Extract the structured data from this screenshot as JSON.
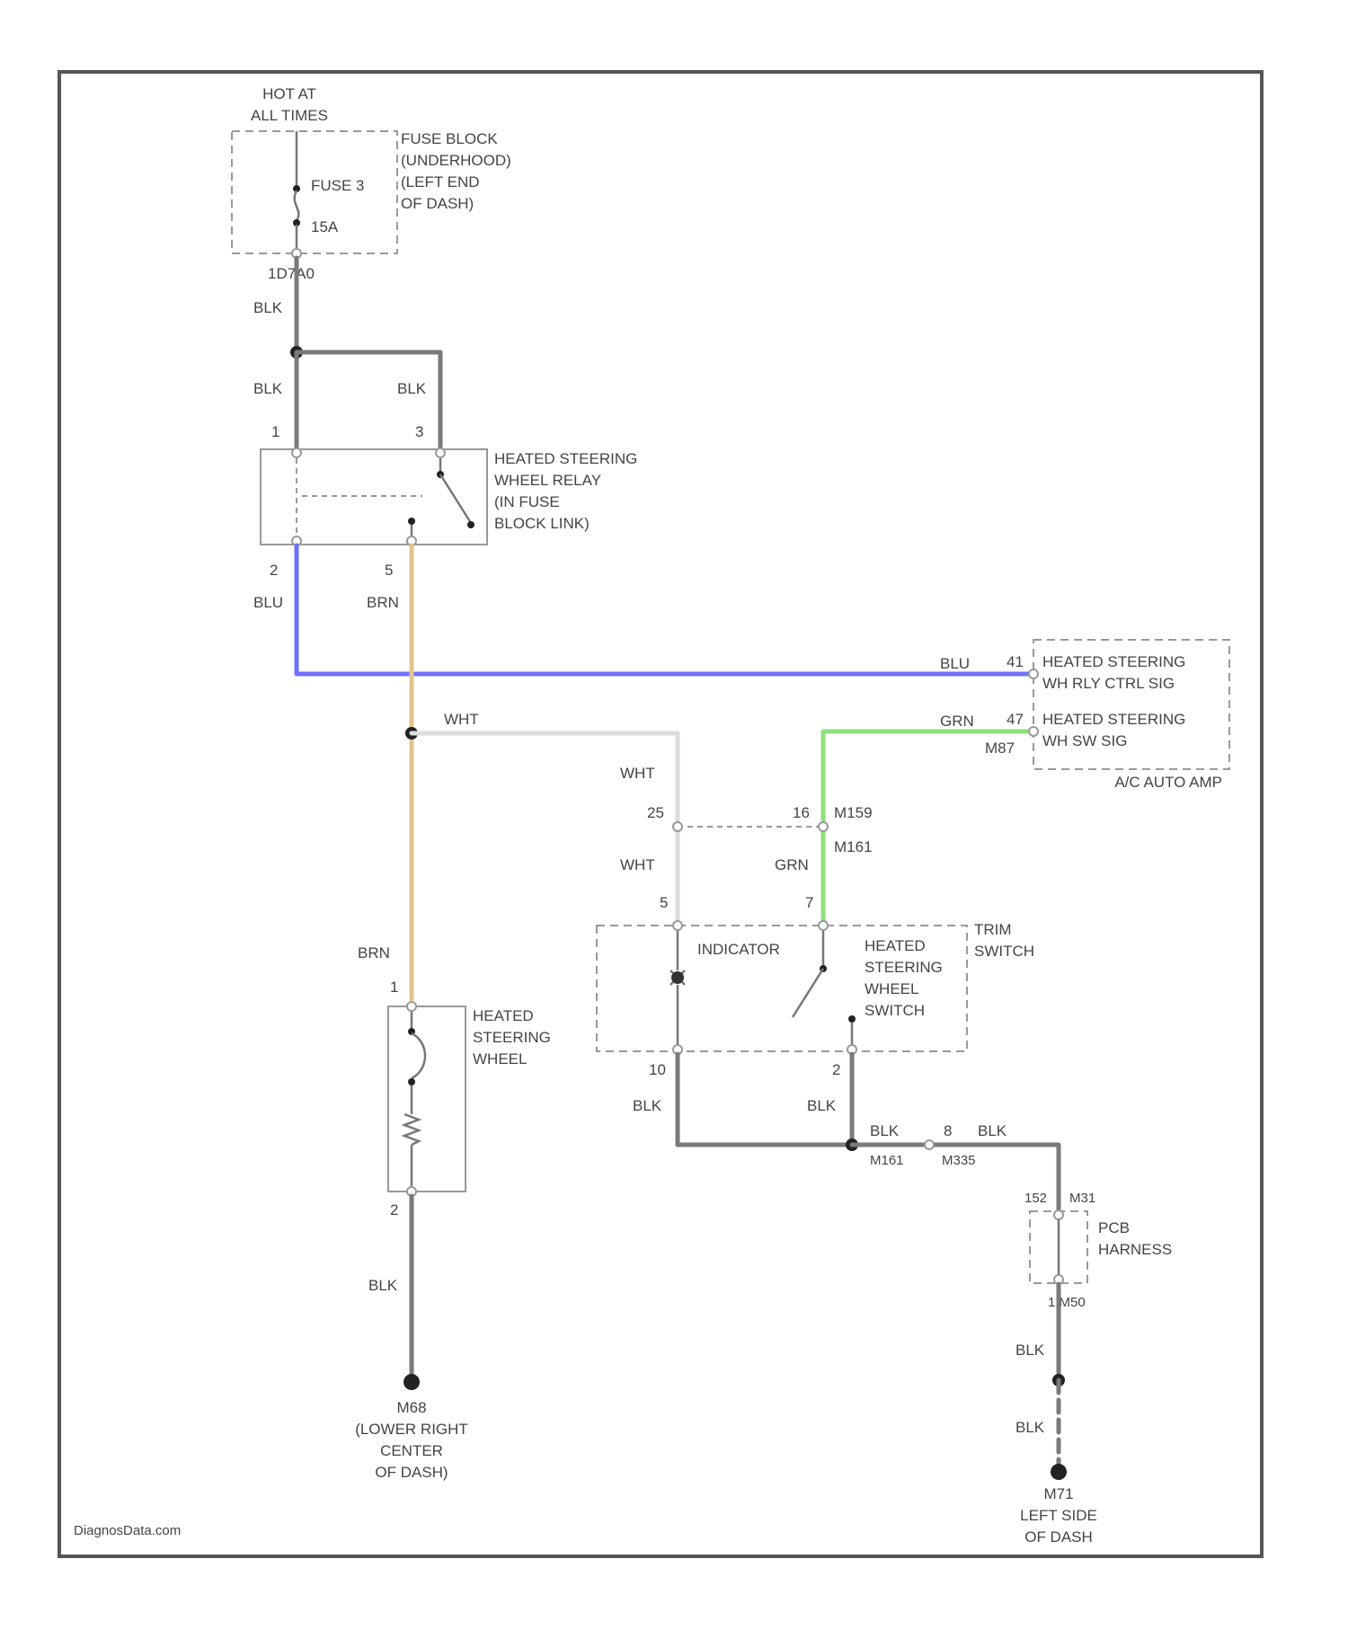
{
  "colors": {
    "frame": "#555555",
    "wire_blk": "#7a7a7a",
    "wire_blu": "#7070ff",
    "wire_brn": "#e0c48c",
    "wire_wht": "#dcdcdc",
    "wire_grn": "#8ee07a"
  },
  "power": {
    "hot_line1": "HOT AT",
    "hot_line2": "ALL TIMES"
  },
  "fuse_block": {
    "line1": "FUSE BLOCK",
    "line2": "(UNDERHOOD)",
    "line3": "(LEFT END",
    "line4": "OF DASH)",
    "fuse_name": "FUSE 3",
    "fuse_rating": "15A",
    "connector": "1D7A0"
  },
  "relay": {
    "line1": "HEATED STEERING",
    "line2": "WHEEL RELAY",
    "line3": "(IN FUSE",
    "line4": "BLOCK LINK)",
    "pin1": "1",
    "pin2": "2",
    "pin3": "3",
    "pin5": "5"
  },
  "wire_labels": {
    "blk_feed": "BLK",
    "blk_left": "BLK",
    "blk_right": "BLK",
    "blu_relay": "BLU",
    "brn_relay": "BRN",
    "wht_splice": "WHT",
    "wht_upper": "WHT",
    "wht_lower": "WHT",
    "blu_ctrl": "BLU",
    "grn_ctrl": "GRN",
    "grn_lower": "GRN",
    "brn_lower": "BRN",
    "blk_wheel_ground": "BLK",
    "blk_ind": "BLK",
    "blk_sw": "BLK",
    "blk_joint_left": "BLK",
    "blk_joint_right": "BLK",
    "blk_pcb_below": "BLK",
    "blk_final": "BLK"
  },
  "ac_module": {
    "label1a": "HEATED STEERING",
    "label1b": "WH RLY CTRL SIG",
    "label2a": "HEATED STEERING",
    "label2b": "WH SW SIG",
    "caption": "A/C AUTO AMP",
    "pin41": "41",
    "pin47": "47",
    "conn_m87": "M87"
  },
  "connector_mid": {
    "pin25": "25",
    "pin16": "16",
    "code_a": "M159",
    "code_b": "M161"
  },
  "trim_switch": {
    "title1": "TRIM",
    "title2": "SWITCH",
    "indicator": "INDICATOR",
    "sw1": "HEATED",
    "sw2": "STEERING",
    "sw3": "WHEEL",
    "sw4": "SWITCH",
    "pin5": "5",
    "pin7": "7",
    "pin10": "10",
    "pin2": "2"
  },
  "heated_wheel": {
    "line1": "HEATED",
    "line2": "STEERING",
    "line3": "WHEEL",
    "pin1": "1",
    "pin2": "2"
  },
  "joint": {
    "code_left": "M161",
    "code_right": "M335",
    "pin": "8"
  },
  "pcb": {
    "line1": "PCB",
    "line2": "HARNESS",
    "conn_top_left": "152",
    "conn_top_right": "M31",
    "conn_bottom": "1 M50"
  },
  "ground_left": {
    "code": "M68",
    "line1": "(LOWER RIGHT",
    "line2": "CENTER",
    "line3": "OF DASH)"
  },
  "ground_right": {
    "code": "M71",
    "line1": "LEFT SIDE",
    "line2": "OF DASH"
  },
  "footer": {
    "watermark": "DiagnosData.com"
  }
}
